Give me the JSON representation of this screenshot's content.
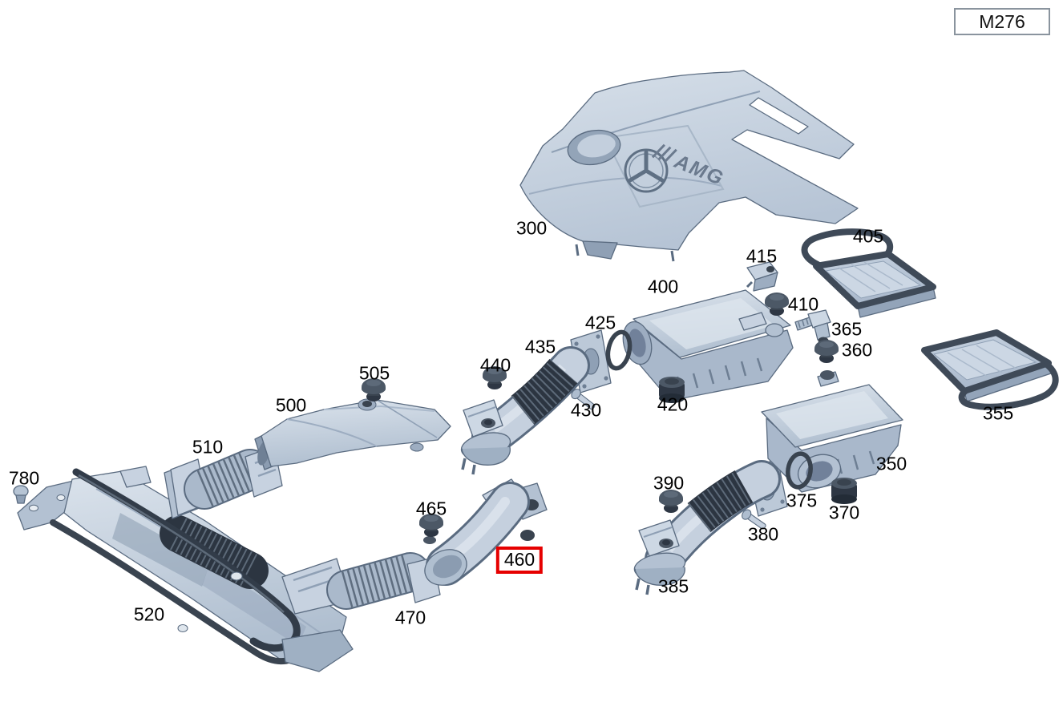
{
  "header": {
    "model_code": "M276"
  },
  "diagram": {
    "engine_cover_badge": "AMG",
    "highlighted_part": "460",
    "colors": {
      "highlight": "#e60000",
      "part_fill": "#c2cedd",
      "part_outline": "#5a6b80",
      "seal_dark": "#3f4a58"
    },
    "part_labels": [
      {
        "text": "300"
      },
      {
        "text": "405"
      },
      {
        "text": "415"
      },
      {
        "text": "400"
      },
      {
        "text": "410"
      },
      {
        "text": "365"
      },
      {
        "text": "360"
      },
      {
        "text": "425"
      },
      {
        "text": "435"
      },
      {
        "text": "440"
      },
      {
        "text": "430"
      },
      {
        "text": "420"
      },
      {
        "text": "355"
      },
      {
        "text": "505"
      },
      {
        "text": "500"
      },
      {
        "text": "510"
      },
      {
        "text": "350"
      },
      {
        "text": "390"
      },
      {
        "text": "375"
      },
      {
        "text": "370"
      },
      {
        "text": "780"
      },
      {
        "text": "465"
      },
      {
        "text": "380"
      },
      {
        "text": "460"
      },
      {
        "text": "385"
      },
      {
        "text": "520"
      },
      {
        "text": "470"
      }
    ]
  }
}
